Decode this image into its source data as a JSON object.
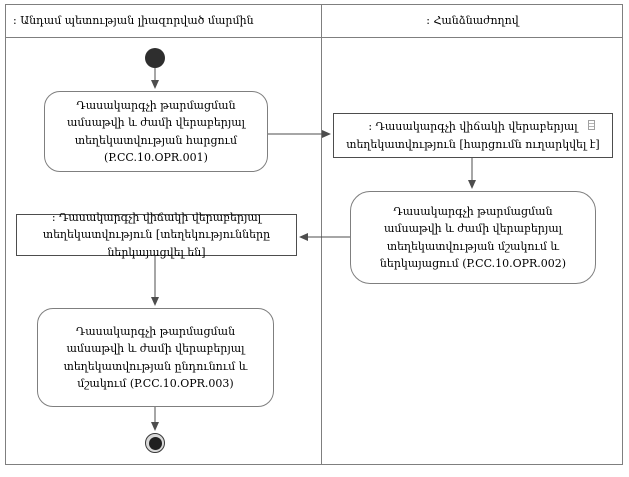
{
  "diagram": {
    "lanes": {
      "left": {
        "title": ": Անդամ պետության լիազորված մարմին"
      },
      "right": {
        "title": ": Հանձնաժողով"
      }
    },
    "nodes": {
      "activity1": {
        "label": "Դասակարգչի թարմացման ամսաթվի և ժամի վերաբերյալ տեղեկատվության հարցում (P.CC.10.OPR.001)"
      },
      "object1": {
        "label": ": Դասակարգչի վիճակի վերաբերյալ տեղեկատվություն [հարցումն ուղարկվել է]"
      },
      "activity2": {
        "label": "Դասակարգչի թարմացման ամսաթվի և ժամի վերաբերյալ տեղեկատվության մշակում և ներկայացում (P.CC.10.OPR.002)"
      },
      "object2": {
        "label": ": Դասակարգչի վիճակի վերաբերյալ տեղեկատվություն [տեղեկությունները ներկայացվել են]"
      },
      "activity3": {
        "label": "Դասակարգչի թարմացման ամսաթվի և ժամի վերաբերյալ տեղեկատվության ընդունում և մշակում (P.CC.10.OPR.003)"
      }
    },
    "colors": {
      "border": "#7f7f7f",
      "connector": "#4d4d4d",
      "text": "#000000",
      "background": "#ffffff"
    }
  }
}
